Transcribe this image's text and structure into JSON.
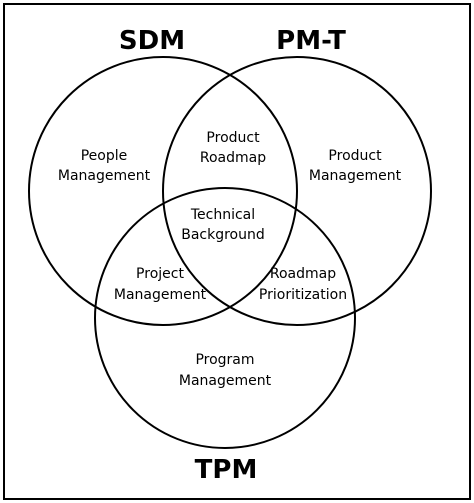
{
  "diagram": {
    "sets": {
      "sdm": "SDM",
      "pmt": "PM-T",
      "tpm": "TPM"
    },
    "regions": {
      "sdm_only": [
        "People",
        "Management"
      ],
      "pmt_only": [
        "Product",
        "Management"
      ],
      "tpm_only": [
        "Program",
        "Management"
      ],
      "sdm_pmt": [
        "Product",
        "Roadmap"
      ],
      "sdm_tpm": [
        "Project",
        "Management"
      ],
      "pmt_tpm": [
        "Roadmap",
        "Prioritization"
      ],
      "all_three": [
        "Technical",
        "Background"
      ]
    },
    "colors": {
      "stroke": "#000000",
      "background": "#ffffff"
    }
  }
}
